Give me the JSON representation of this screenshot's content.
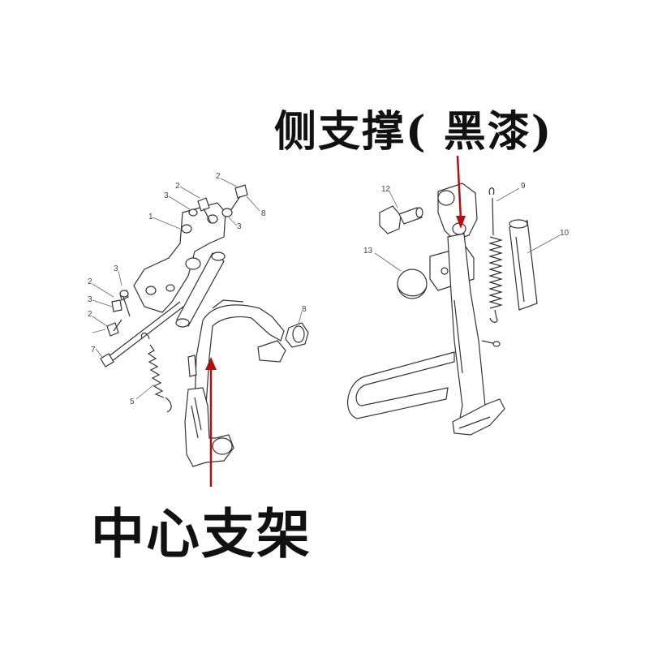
{
  "labels": {
    "side_stand": "侧支撑(  黑漆)",
    "center_stand": "中心支架"
  },
  "callouts": {
    "left": [
      "1",
      "2",
      "3",
      "2",
      "3",
      "8",
      "3",
      "2",
      "3",
      "2",
      "7",
      "5",
      "8"
    ],
    "right": [
      "12",
      "9",
      "13",
      "10"
    ]
  },
  "colors": {
    "arrow": "#b01010",
    "ink": "#333333"
  }
}
